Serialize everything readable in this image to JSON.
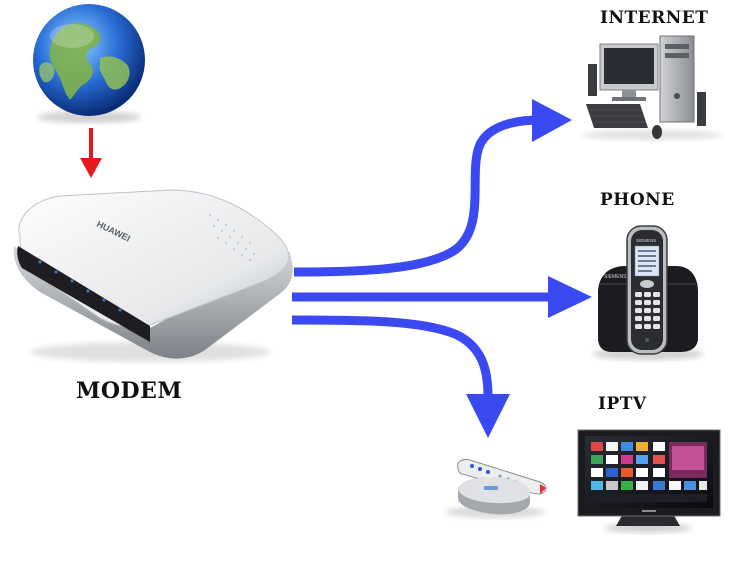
{
  "labels": {
    "internet": "INTERNET",
    "phone": "PHONE",
    "iptv": "IPTV",
    "modem": "MODEM"
  },
  "modem_brand": "HUAWEI",
  "phone_brand": "SIEMENS",
  "colors": {
    "flow_arrow": "#3b49f2",
    "input_arrow": "#e8161d",
    "globe_ocean": "#2a6fd8",
    "globe_land": "#7fb24a",
    "device_dark": "#1e1e22",
    "tv_screen": "#0f0f14"
  },
  "icons": {
    "globe": "globe-icon",
    "modem": "modem-icon",
    "computer": "desktop-computer-icon",
    "phone": "cordless-phone-icon",
    "tv": "television-icon",
    "set_top_box": "set-top-box-icon"
  }
}
